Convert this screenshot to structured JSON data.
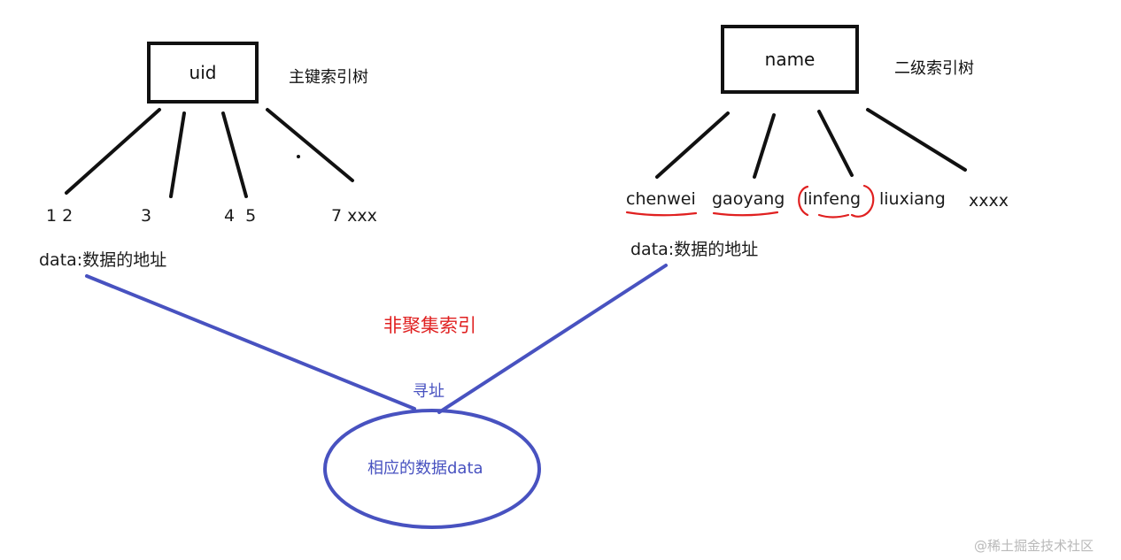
{
  "primary_tree": {
    "root": "uid",
    "caption": "主键索引树",
    "leaves": [
      "1 2",
      "3",
      "4  5",
      "7 xxx"
    ],
    "data_label": "data:数据的地址"
  },
  "secondary_tree": {
    "root": "name",
    "caption": "二级索引树",
    "leaves": [
      "chenwei",
      "gaoyang",
      "linfeng",
      "liuxiang",
      "xxxx"
    ],
    "data_label": "data:数据的地址"
  },
  "middle_label": "非聚集索引",
  "addressing_label": "寻址",
  "target_label": "相应的数据data",
  "watermark": "@稀土掘金技术社区",
  "colors": {
    "stroke": "#111111",
    "blue": "#4852c0",
    "red": "#e02020",
    "watermark": "#b9b9b9"
  }
}
